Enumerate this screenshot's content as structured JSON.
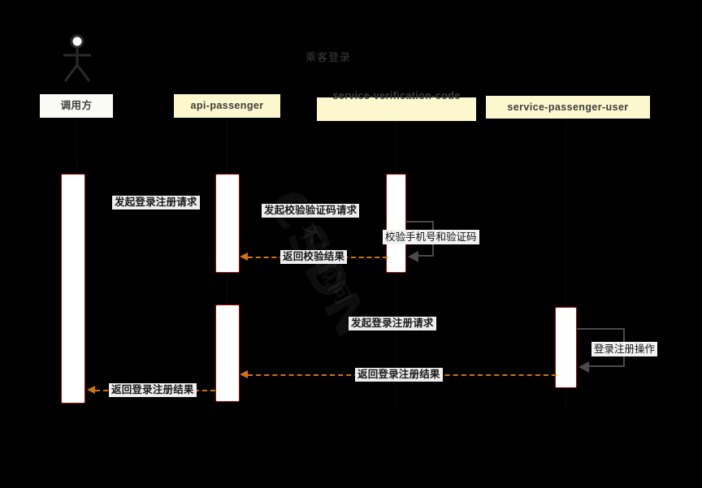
{
  "diagram": {
    "title": "乘客登录",
    "type": "uml-sequence-diagram",
    "colors": {
      "background": "#000000",
      "participant_box": "#fcf7cd",
      "actor_box": "#fbfbf5",
      "activation_fill": "#ffffff",
      "activation_border": "#a50a0a",
      "message_arrow": "#d2720c",
      "self_message": "#4a4a4a",
      "label_background": "#eeeeee",
      "title_text": "#3a3a3a"
    },
    "watermark": {
      "line1": "CSDN",
      "line2": "不懂就问"
    }
  },
  "participants": [
    {
      "id": "caller",
      "label": "调用方",
      "kind": "actor",
      "icon": "actor-stick-figure-icon"
    },
    {
      "id": "api",
      "label": "api-passenger",
      "kind": "participant",
      "icon": ""
    },
    {
      "id": "verify",
      "label": "service-verification-code",
      "kind": "participant",
      "icon": ""
    },
    {
      "id": "user",
      "label": "service-passenger-user",
      "kind": "participant",
      "icon": ""
    }
  ],
  "messages": [
    {
      "id": "m1",
      "label": "发起登录注册请求",
      "from": "caller",
      "to": "api",
      "style": "solid",
      "direction": "right"
    },
    {
      "id": "m2",
      "label": "发起校验验证码请求",
      "from": "api",
      "to": "verify",
      "style": "solid",
      "direction": "right"
    },
    {
      "id": "m3",
      "label": "校验手机号和验证码",
      "from": "verify",
      "to": "verify",
      "style": "self",
      "direction": "self"
    },
    {
      "id": "m4",
      "label": "返回校验结果",
      "from": "verify",
      "to": "api",
      "style": "dashed",
      "direction": "left"
    },
    {
      "id": "m5",
      "label": "发起登录注册请求",
      "from": "api",
      "to": "user",
      "style": "solid",
      "direction": "right"
    },
    {
      "id": "m6",
      "label": "登录注册操作",
      "from": "user",
      "to": "user",
      "style": "self",
      "direction": "self"
    },
    {
      "id": "m7",
      "label": "返回登录注册结果",
      "from": "user",
      "to": "api",
      "style": "dashed",
      "direction": "left"
    },
    {
      "id": "m8",
      "label": "返回登录注册结果",
      "from": "api",
      "to": "caller",
      "style": "dashed",
      "direction": "left"
    }
  ]
}
